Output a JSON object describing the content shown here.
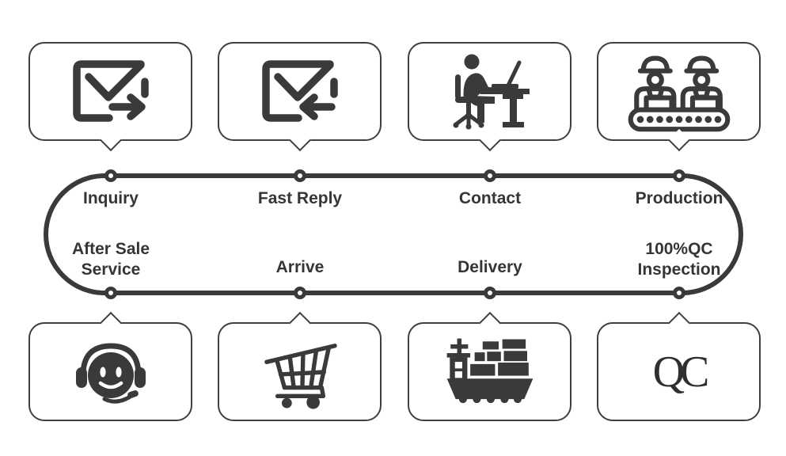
{
  "colors": {
    "ink": "#3a3a3a",
    "background": "#ffffff"
  },
  "flow": {
    "top_steps": [
      {
        "label": "Inquiry",
        "icon": "mail-send-icon"
      },
      {
        "label": "Fast Reply",
        "icon": "mail-reply-icon"
      },
      {
        "label": "Contact",
        "icon": "person-at-desk-icon"
      },
      {
        "label": "Production",
        "icon": "workers-conveyor-icon"
      }
    ],
    "bottom_steps": [
      {
        "label": "After Sale Service",
        "icon": "headset-support-icon"
      },
      {
        "label": "Arrive",
        "icon": "shopping-cart-icon"
      },
      {
        "label": "Delivery",
        "icon": "cargo-ship-icon"
      },
      {
        "label": "100%QC Inspection",
        "icon": "qc-letters-icon",
        "letters": "QC"
      }
    ]
  }
}
